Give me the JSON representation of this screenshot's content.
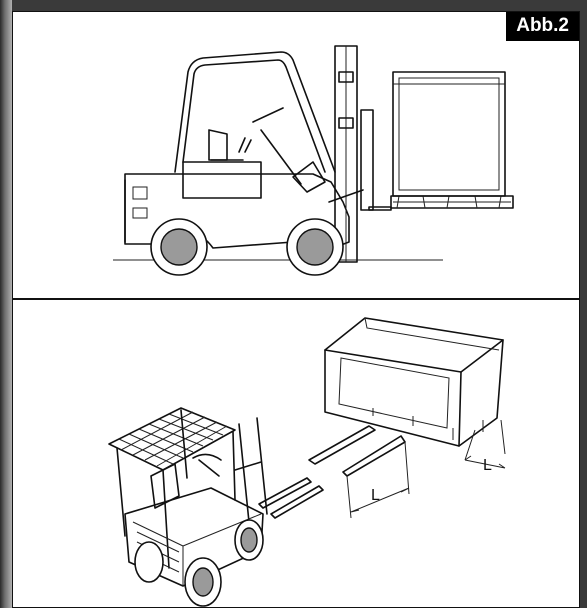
{
  "figure": {
    "label": "Abb.2"
  },
  "top_illustration": {
    "icon": "forklift-side-view-icon"
  },
  "bottom_illustration": {
    "icon": "forklift-isometric-view-icon",
    "dimension_label_fork": "L",
    "dimension_label_crate": "L"
  }
}
